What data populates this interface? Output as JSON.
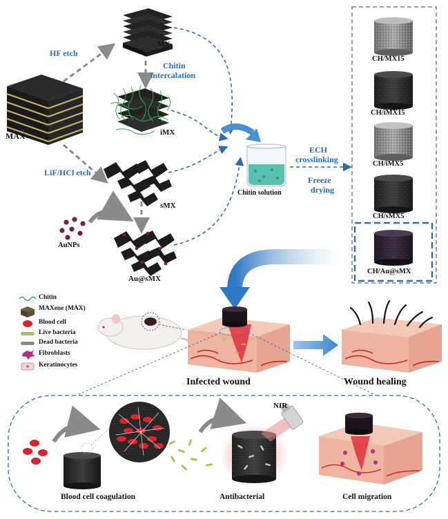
{
  "labels": {
    "max": "MAX",
    "mx": "MX",
    "imx": "iMX",
    "smx": "sMX",
    "ausmx": "Au@sMX",
    "aunps": "AuNPs",
    "hf_etch": "HF etch",
    "lif_etch": "LiF/HCl etch",
    "chitin_intercalation_1": "Chitin",
    "chitin_intercalation_2": "intercalation",
    "chitin_solution": "Chitin solution",
    "ech_1": "ECH",
    "ech_2": "crosslinking",
    "freeze_1": "Freeze",
    "freeze_2": "drying",
    "infected_wound": "Infected wound",
    "wound_healing": "Wound healing",
    "nir": "NIR",
    "blood_coag": "Blood cell coagulation",
    "antibacterial": "Antibacterial",
    "cell_migration": "Cell migration"
  },
  "products": [
    "CH/MX15",
    "CH/iMX15",
    "CH/iMX5",
    "CH/sMX5",
    "CH/Au@sMX"
  ],
  "legend": [
    "Chitin",
    "MAXene (MAX)",
    "Blood cell",
    "Live bacteria",
    "Dead bacteria",
    "Fibroblasts",
    "Keratinocytes"
  ],
  "colors": {
    "accent_blue": "#2a6db5",
    "arrow_gray": "#8a8a8a",
    "chitin_green": "#2fae4a",
    "blood_red": "#d8242a",
    "skin_pink": "#f3c9b8"
  }
}
